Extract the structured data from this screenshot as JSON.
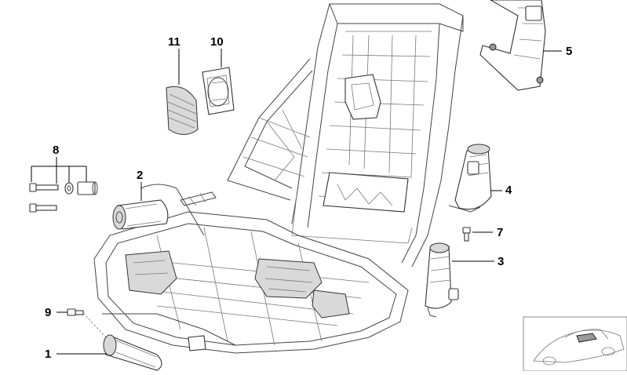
{
  "callouts": [
    {
      "id": "1",
      "label": "1"
    },
    {
      "id": "2",
      "label": "2"
    },
    {
      "id": "3",
      "label": "3"
    },
    {
      "id": "4",
      "label": "4"
    },
    {
      "id": "5",
      "label": "5"
    },
    {
      "id": "7",
      "label": "7"
    },
    {
      "id": "8",
      "label": "8"
    },
    {
      "id": "9",
      "label": "9"
    },
    {
      "id": "10",
      "label": "10"
    },
    {
      "id": "11",
      "label": "11"
    }
  ],
  "colors": {
    "line": "#444444",
    "fill_light": "#d9d9d9",
    "fill_dark": "#9a9a9a",
    "background": "#ffffff"
  }
}
